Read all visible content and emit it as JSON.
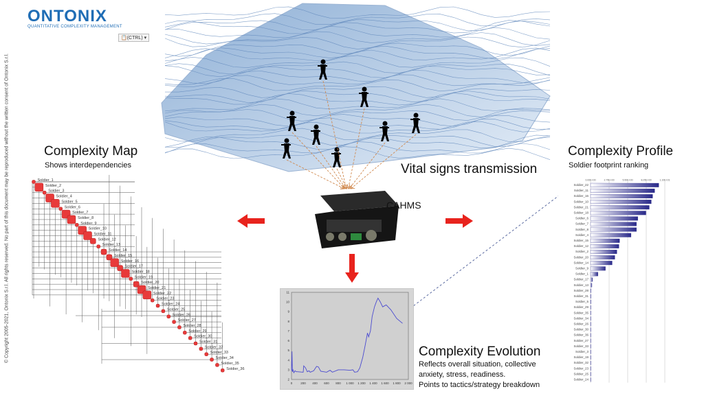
{
  "logo": {
    "name": "ONTONIX",
    "tagline": "QUANTITATIVE COMPLEXITY MANAGEMENT"
  },
  "paste_button": {
    "label": "(CTRL)",
    "icon": "clipboard-icon"
  },
  "copyright": "© Copyright 2005-2021, Ontonix S.r.l. All rights reserved. No part of this document may be reproduced without the written consent of Ontonix S.r.l.",
  "terrain": {
    "caption": "Vital signs transmission"
  },
  "device": {
    "label": "CAHMS"
  },
  "complexity_map": {
    "title": "Complexity Map",
    "subtitle": "Shows interdependencies",
    "nodes": [
      "Soldier_1",
      "Soldier_2",
      "Soldier_3",
      "Soldier_4",
      "Soldier_5",
      "Soldier_6",
      "Soldier_7",
      "Soldier_8",
      "Soldier_9",
      "Soldier_10",
      "Soldier_11",
      "Soldier_12",
      "Soldier_13",
      "Soldier_14",
      "Soldier_15",
      "Soldier_16",
      "Soldier_17",
      "Soldier_18",
      "Soldier_19",
      "Soldier_20",
      "Soldier_21",
      "Soldier_22",
      "Soldier_23",
      "Soldier_24",
      "Soldier_25",
      "Soldier_26",
      "Soldier_27",
      "Soldier_28",
      "Soldier_29",
      "Soldier_30",
      "Soldier_31",
      "Soldier_32",
      "Soldier_33",
      "Soldier_34",
      "Soldier_35",
      "Soldier_36"
    ]
  },
  "complexity_profile": {
    "title": "Complexity Profile",
    "subtitle": "Soldier footprint ranking"
  },
  "complexity_evolution": {
    "title": "Complexity Evolution",
    "lines": [
      "Reflects overall situation, collective",
      "anxiety, stress, readiness.",
      "Points to tactics/strategy breakdown"
    ]
  },
  "colors": {
    "brand": "#1f6db5",
    "arrow": "#e8231d",
    "bar": "#3a3a9a",
    "line": "#4a4ad0",
    "node": "#e83a3a"
  },
  "chart_data": [
    {
      "type": "bar",
      "orientation": "horizontal",
      "title": "Soldier footprint ranking",
      "categories": [
        "Soldier_22",
        "Soldier_11",
        "Soldier_16",
        "Soldier_10",
        "Soldier_21",
        "Soldier_18",
        "Soldier_6",
        "Soldier_7",
        "Soldier_8",
        "Soldier_4",
        "Soldier_15",
        "Soldier_12",
        "Soldier_2",
        "Soldier_20",
        "Soldier_14",
        "Soldier_9",
        "Soldier_1",
        "Soldier_17",
        "Soldier_13",
        "Soldier_28",
        "Soldier_31",
        "Soldier_5",
        "Soldier_29",
        "Soldier_35",
        "Soldier_34",
        "Soldier_26",
        "Soldier_30",
        "Soldier_36",
        "Soldier_27",
        "Soldier_33",
        "Soldier_3",
        "Soldier_19",
        "Soldier_32",
        "Soldier_23",
        "Soldier_25",
        "Soldier_24"
      ],
      "values": [
        10.1,
        9.5,
        9.2,
        9.0,
        8.7,
        8.2,
        7.0,
        6.8,
        6.8,
        6.0,
        4.3,
        4.2,
        3.9,
        3.6,
        3.2,
        2.2,
        1.1,
        0.3,
        0.2,
        0.06,
        0.06,
        0.06,
        0.03,
        0.03,
        0.03,
        0.03,
        0.02,
        0.02,
        0.02,
        0.02,
        0.01,
        0.01,
        0.01,
        0.01,
        0.01,
        0.01
      ],
      "xlim": [
        0,
        11
      ],
      "xticks": [
        "0.00E+00",
        "2.75E+00",
        "5.50E+00",
        "8.25E+00",
        "1.10E+01"
      ],
      "grid": true
    },
    {
      "type": "line",
      "title": "Complexity Evolution",
      "xlim": [
        0,
        2000
      ],
      "ylim": [
        2,
        11
      ],
      "xticks": [
        "0",
        "200",
        "400",
        "600",
        "800",
        "1 000",
        "1 200",
        "1 400",
        "1 600",
        "1 800",
        "2 000"
      ],
      "yticks": [
        "2",
        "3",
        "4",
        "5",
        "6",
        "7",
        "8",
        "9",
        "10",
        "11"
      ],
      "x": [
        0,
        8,
        15,
        25,
        40,
        60,
        80,
        100,
        200,
        210,
        240,
        270,
        300,
        320,
        380,
        430,
        460,
        500,
        600,
        660,
        700,
        800,
        900,
        1000,
        1050,
        1080,
        1130,
        1170,
        1220,
        1260,
        1300,
        1320,
        1350,
        1380,
        1420,
        1450,
        1480,
        1520,
        1560,
        1620,
        1700,
        1800,
        1900
      ],
      "y": [
        2.9,
        4.9,
        2.8,
        3.0,
        2.7,
        2.9,
        2.8,
        2.8,
        2.75,
        3.4,
        3.2,
        2.8,
        2.9,
        2.75,
        2.9,
        3.35,
        3.3,
        2.85,
        2.75,
        2.95,
        2.75,
        3.0,
        3.0,
        2.95,
        3.0,
        2.75,
        2.8,
        3.2,
        4.3,
        5.5,
        6.8,
        6.4,
        7.0,
        8.5,
        9.5,
        10.0,
        10.4,
        10.0,
        9.5,
        9.7,
        9.2,
        8.3,
        7.8
      ]
    }
  ]
}
